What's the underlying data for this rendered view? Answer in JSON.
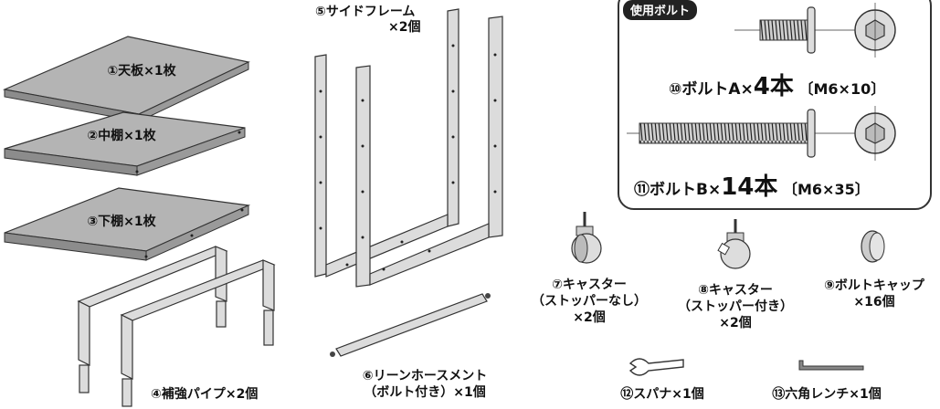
{
  "labels": {
    "top_board": "①天板×1枚",
    "middle_shelf": "②中棚×1枚",
    "bottom_shelf": "③下棚×1枚",
    "reinforce_pipe": "④補強パイプ×2個",
    "side_frame_line1": "⑤サイドフレーム",
    "side_frame_line2": "×2個",
    "lean_horse_line1": "⑥リーンホースメント",
    "lean_horse_line2": "（ボルト付き）×1個",
    "caster_a_line1": "⑦キャスター",
    "caster_a_line2": "（ストッパーなし）",
    "caster_a_line3": "×2個",
    "caster_b_line1": "⑧キャスター",
    "caster_b_line2": "（ストッパー付き）",
    "caster_b_line3": "×2個",
    "bolt_cap_line1": "⑨ボルトキャップ",
    "bolt_cap_line2": "×16個",
    "spanner": "⑫スパナ×1個",
    "hex_wrench": "⑬六角レンチ×1個"
  },
  "bolts": {
    "tag": "使用ボルト",
    "a_prefix": "⑩ボルトA×",
    "a_count": "4",
    "a_unit": "本",
    "a_spec": "〔M6×10〕",
    "b_prefix": "⑪ボルトB×",
    "b_count": "14",
    "b_unit": "本",
    "b_spec": "〔M6×35〕"
  },
  "colors": {
    "board_fill": "#b4b4b4",
    "board_edge": "#8c8c8c",
    "metal_fill": "#dcdcdc",
    "outline": "#333333",
    "dark": "#444444"
  }
}
